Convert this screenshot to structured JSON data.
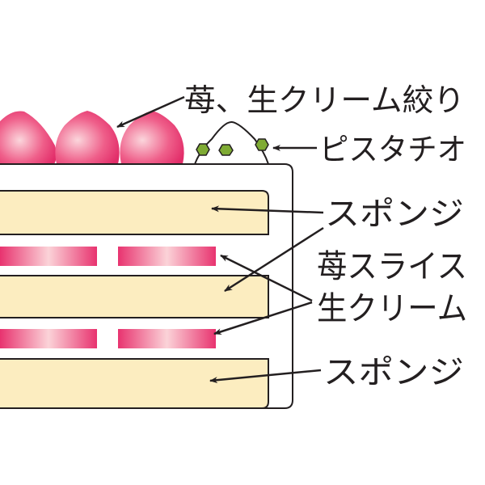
{
  "labels": {
    "topping": "苺、生クリーム絞り",
    "pistachio": "ピスタチオ",
    "sponge_top": "スポンジ",
    "strawberry_slice": "苺スライス",
    "fresh_cream": "生クリーム",
    "sponge_bottom": "スポンジ"
  },
  "colors": {
    "strawberry": "#e8336f",
    "strawberry_highlight": "#fbd3d8",
    "sponge": "#fcedc0",
    "pistachio": "#7fab34",
    "outline": "#231f20"
  }
}
